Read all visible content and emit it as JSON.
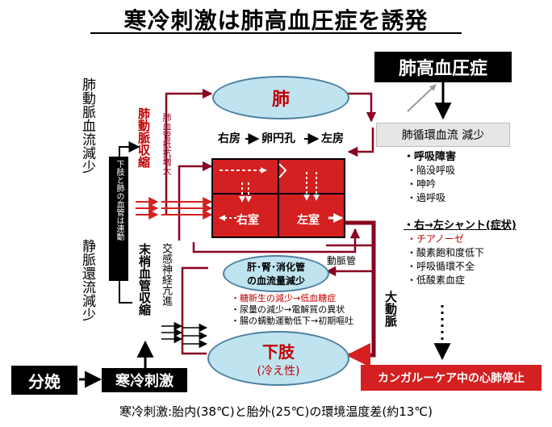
{
  "title": "寒冷刺激は肺高血圧症を誘発",
  "top_right_box": "肺高血圧症",
  "lung_circ": "肺循環血流 減少",
  "lung": "肺",
  "heart_flow": {
    "ra": "右房",
    "fo": "卵円孔",
    "la": "左房"
  },
  "rv": "右室",
  "lv": "左室",
  "aorta_label": "大動脈",
  "artery_label": "動脈管",
  "organs": {
    "line1": "肝･腎･消化管",
    "line2": "の血流量減少"
  },
  "organ_effects": [
    "・糖新生の減少→低血糖症",
    "・尿量の減少→電解質の異状",
    "・腸の蠕動運動低下→初期嘔吐"
  ],
  "lower_limb": {
    "name": "下肢",
    "sub": "(冷え性)"
  },
  "left_col1": "肺動脈血流減少",
  "left_col2": "静脈還流減少",
  "pa_constriction": "肺動脈収縮",
  "pv_resistance": "肺血管抵抗増大",
  "peripheral": "末梢血管収縮",
  "sympathetic": "交感神経亢進",
  "linked_box": "下肢と肺の血管は連動",
  "resp": {
    "title": "・呼吸障害",
    "items": [
      "・陥没呼吸",
      "・呻吟",
      "・過呼吸"
    ]
  },
  "shunt": {
    "title": "・右→左シャント(症状)",
    "items": [
      "・チアノーゼ",
      "・酸素飽和度低下",
      "・呼吸循環不全",
      "・低酸素血症"
    ]
  },
  "birth": "分娩",
  "cold": "寒冷刺激",
  "arrest": "カンガルーケア中の心肺停止",
  "footer": "寒冷刺激:胎内(38℃)と胎外(25℃)の環境温度差(約13℃)",
  "colors": {
    "blood_red": "#d42020",
    "dark_red": "#8a0020",
    "ellipse_fill": "#bfe4f0",
    "arrow_grey": "#999999"
  }
}
